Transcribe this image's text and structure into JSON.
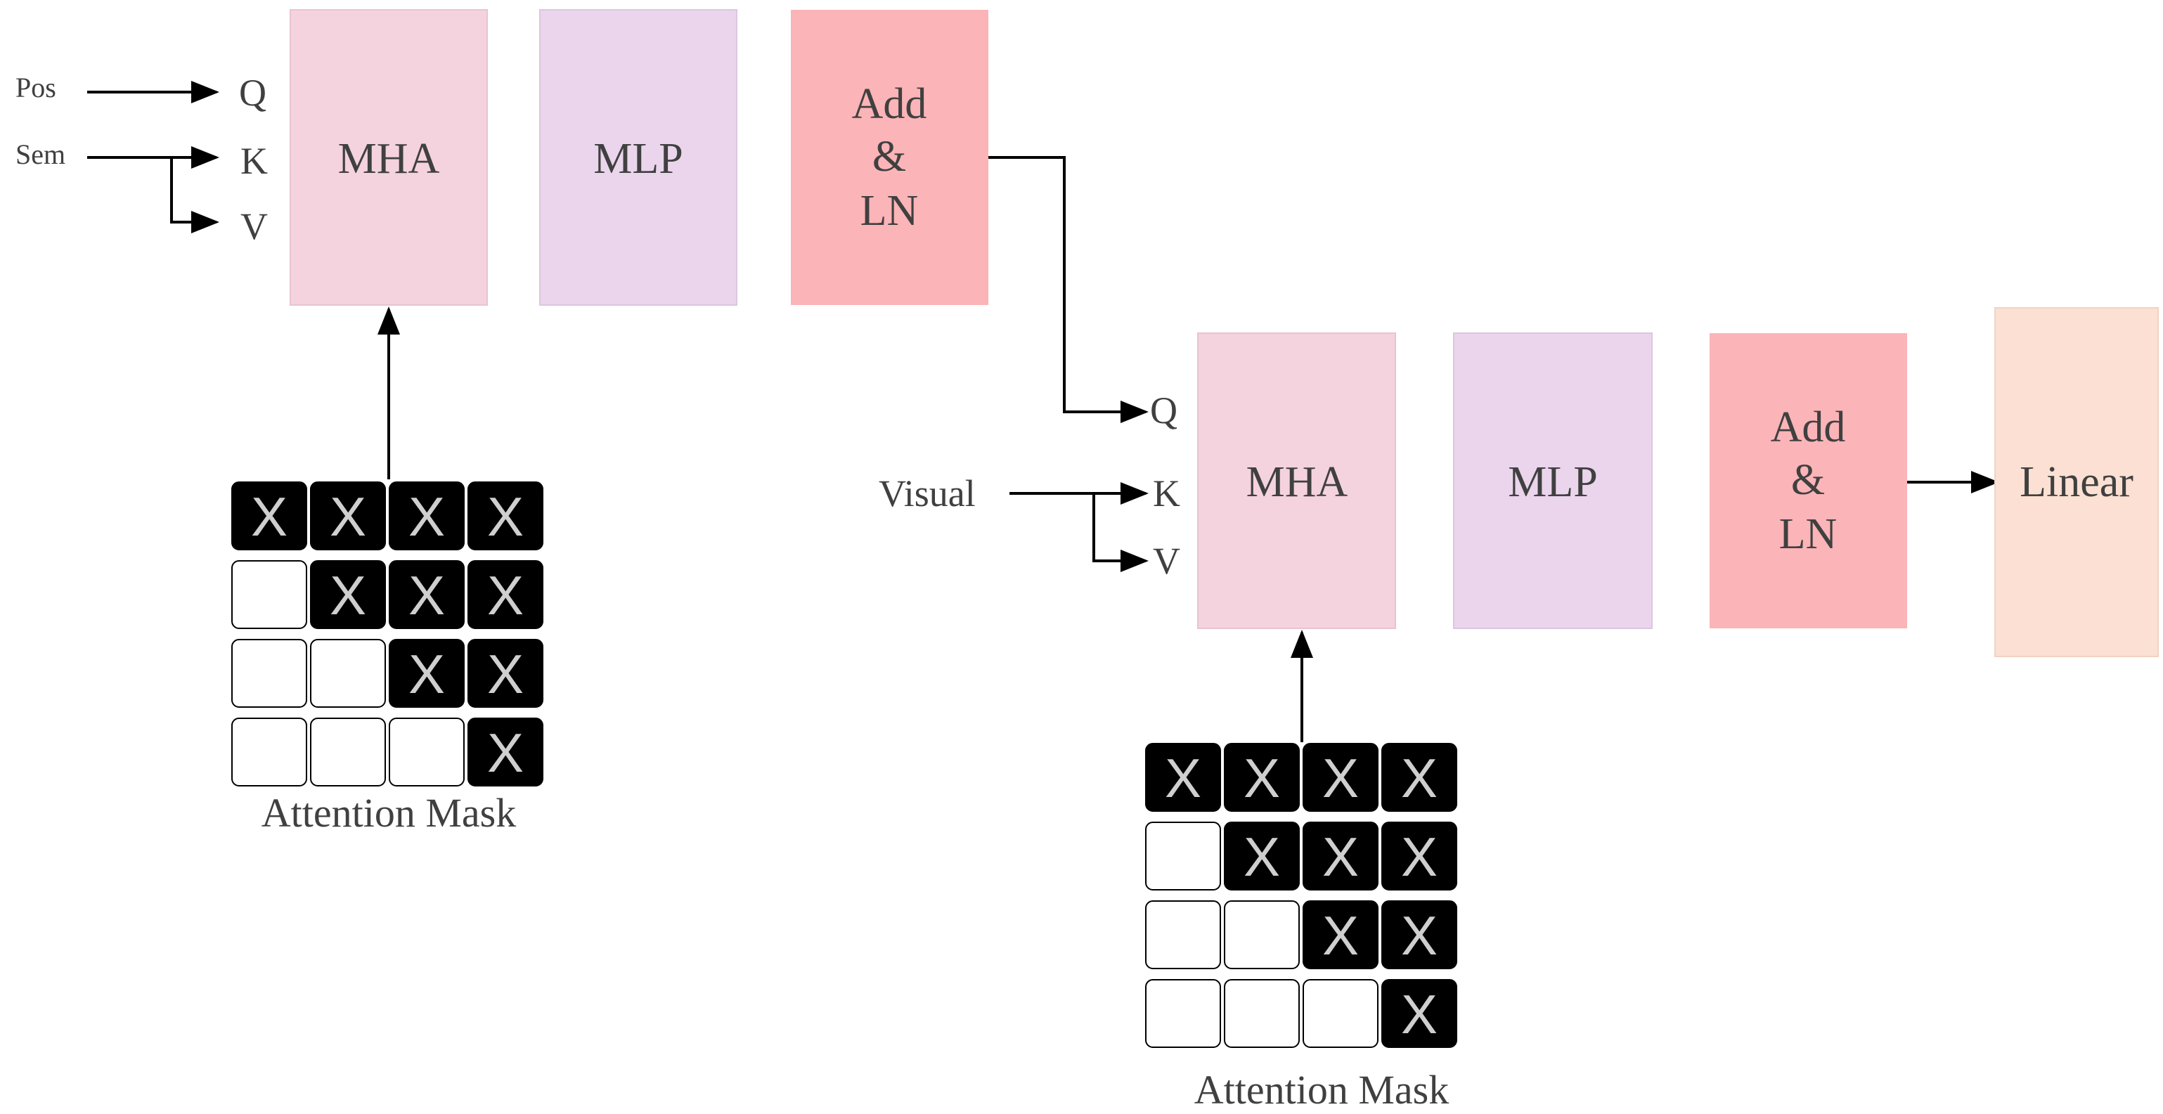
{
  "colors": {
    "mha": "#f4d3de",
    "mlp": "#ead5ec",
    "add_ln": "#fbb4b7",
    "linear": "#fbe0d3",
    "text": "#404040",
    "mask_filled": "#000000",
    "mask_empty": "#ffffff",
    "mask_x": "#cfcfcf"
  },
  "block1": {
    "inputs": {
      "pos": "Pos",
      "sem": "Sem"
    },
    "ports": {
      "q": "Q",
      "k": "K",
      "v": "V"
    },
    "mha": "MHA",
    "mlp": "MLP",
    "add_ln": [
      "Add",
      "&",
      "LN"
    ],
    "mask_caption": "Attention Mask"
  },
  "block2": {
    "inputs": {
      "visual": "Visual"
    },
    "ports": {
      "q": "Q",
      "k": "K",
      "v": "V"
    },
    "mha": "MHA",
    "mlp": "MLP",
    "add_ln": [
      "Add",
      "&",
      "LN"
    ],
    "mask_caption": "Attention Mask"
  },
  "linear": "Linear",
  "mask": {
    "symbol": "X",
    "rows": [
      [
        1,
        1,
        1,
        1
      ],
      [
        0,
        1,
        1,
        1
      ],
      [
        0,
        0,
        1,
        1
      ],
      [
        0,
        0,
        0,
        1
      ]
    ]
  }
}
